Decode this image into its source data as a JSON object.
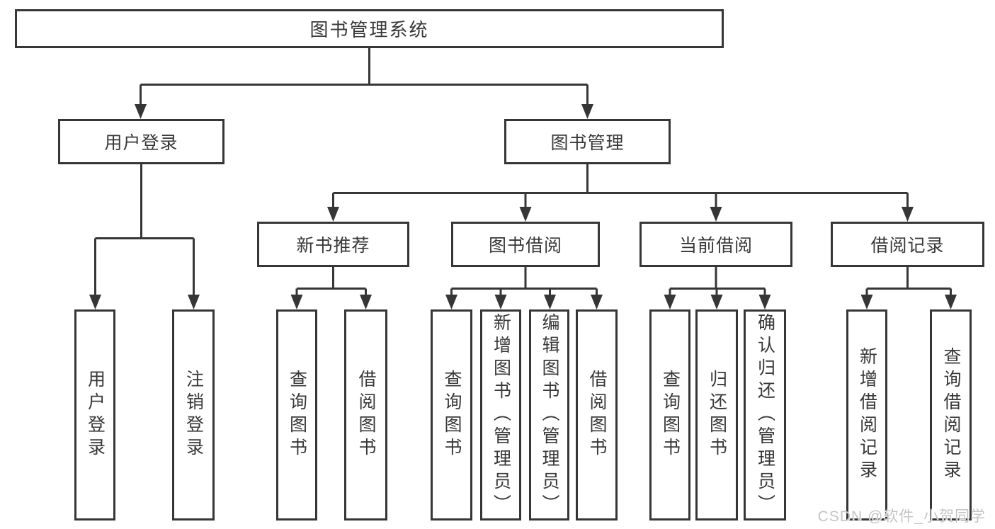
{
  "diagram": {
    "root": {
      "label": "图书管理系统"
    },
    "level2": [
      {
        "label": "用户登录",
        "children": [
          "用户登录",
          "注销登录"
        ]
      },
      {
        "label": "图书管理"
      }
    ],
    "level3": [
      {
        "label": "新书推荐",
        "children": [
          "查询图书",
          "借阅图书"
        ]
      },
      {
        "label": "图书借阅",
        "children": [
          "查询图书",
          "新增图书（管理员）",
          "编辑图书（管理员）",
          "借阅图书"
        ]
      },
      {
        "label": "当前借阅",
        "children": [
          "查询图书",
          "归还图书",
          "确认归还（管理员）"
        ]
      },
      {
        "label": "借阅记录",
        "children": [
          "新增借阅记录",
          "查询借阅记录"
        ]
      }
    ]
  },
  "watermark": {
    "text": "CSDN @软件_小贺同学"
  },
  "colors": {
    "line": "#363636",
    "text": "#383838",
    "watermark": "#c4c4c4",
    "background": "#ffffff"
  }
}
